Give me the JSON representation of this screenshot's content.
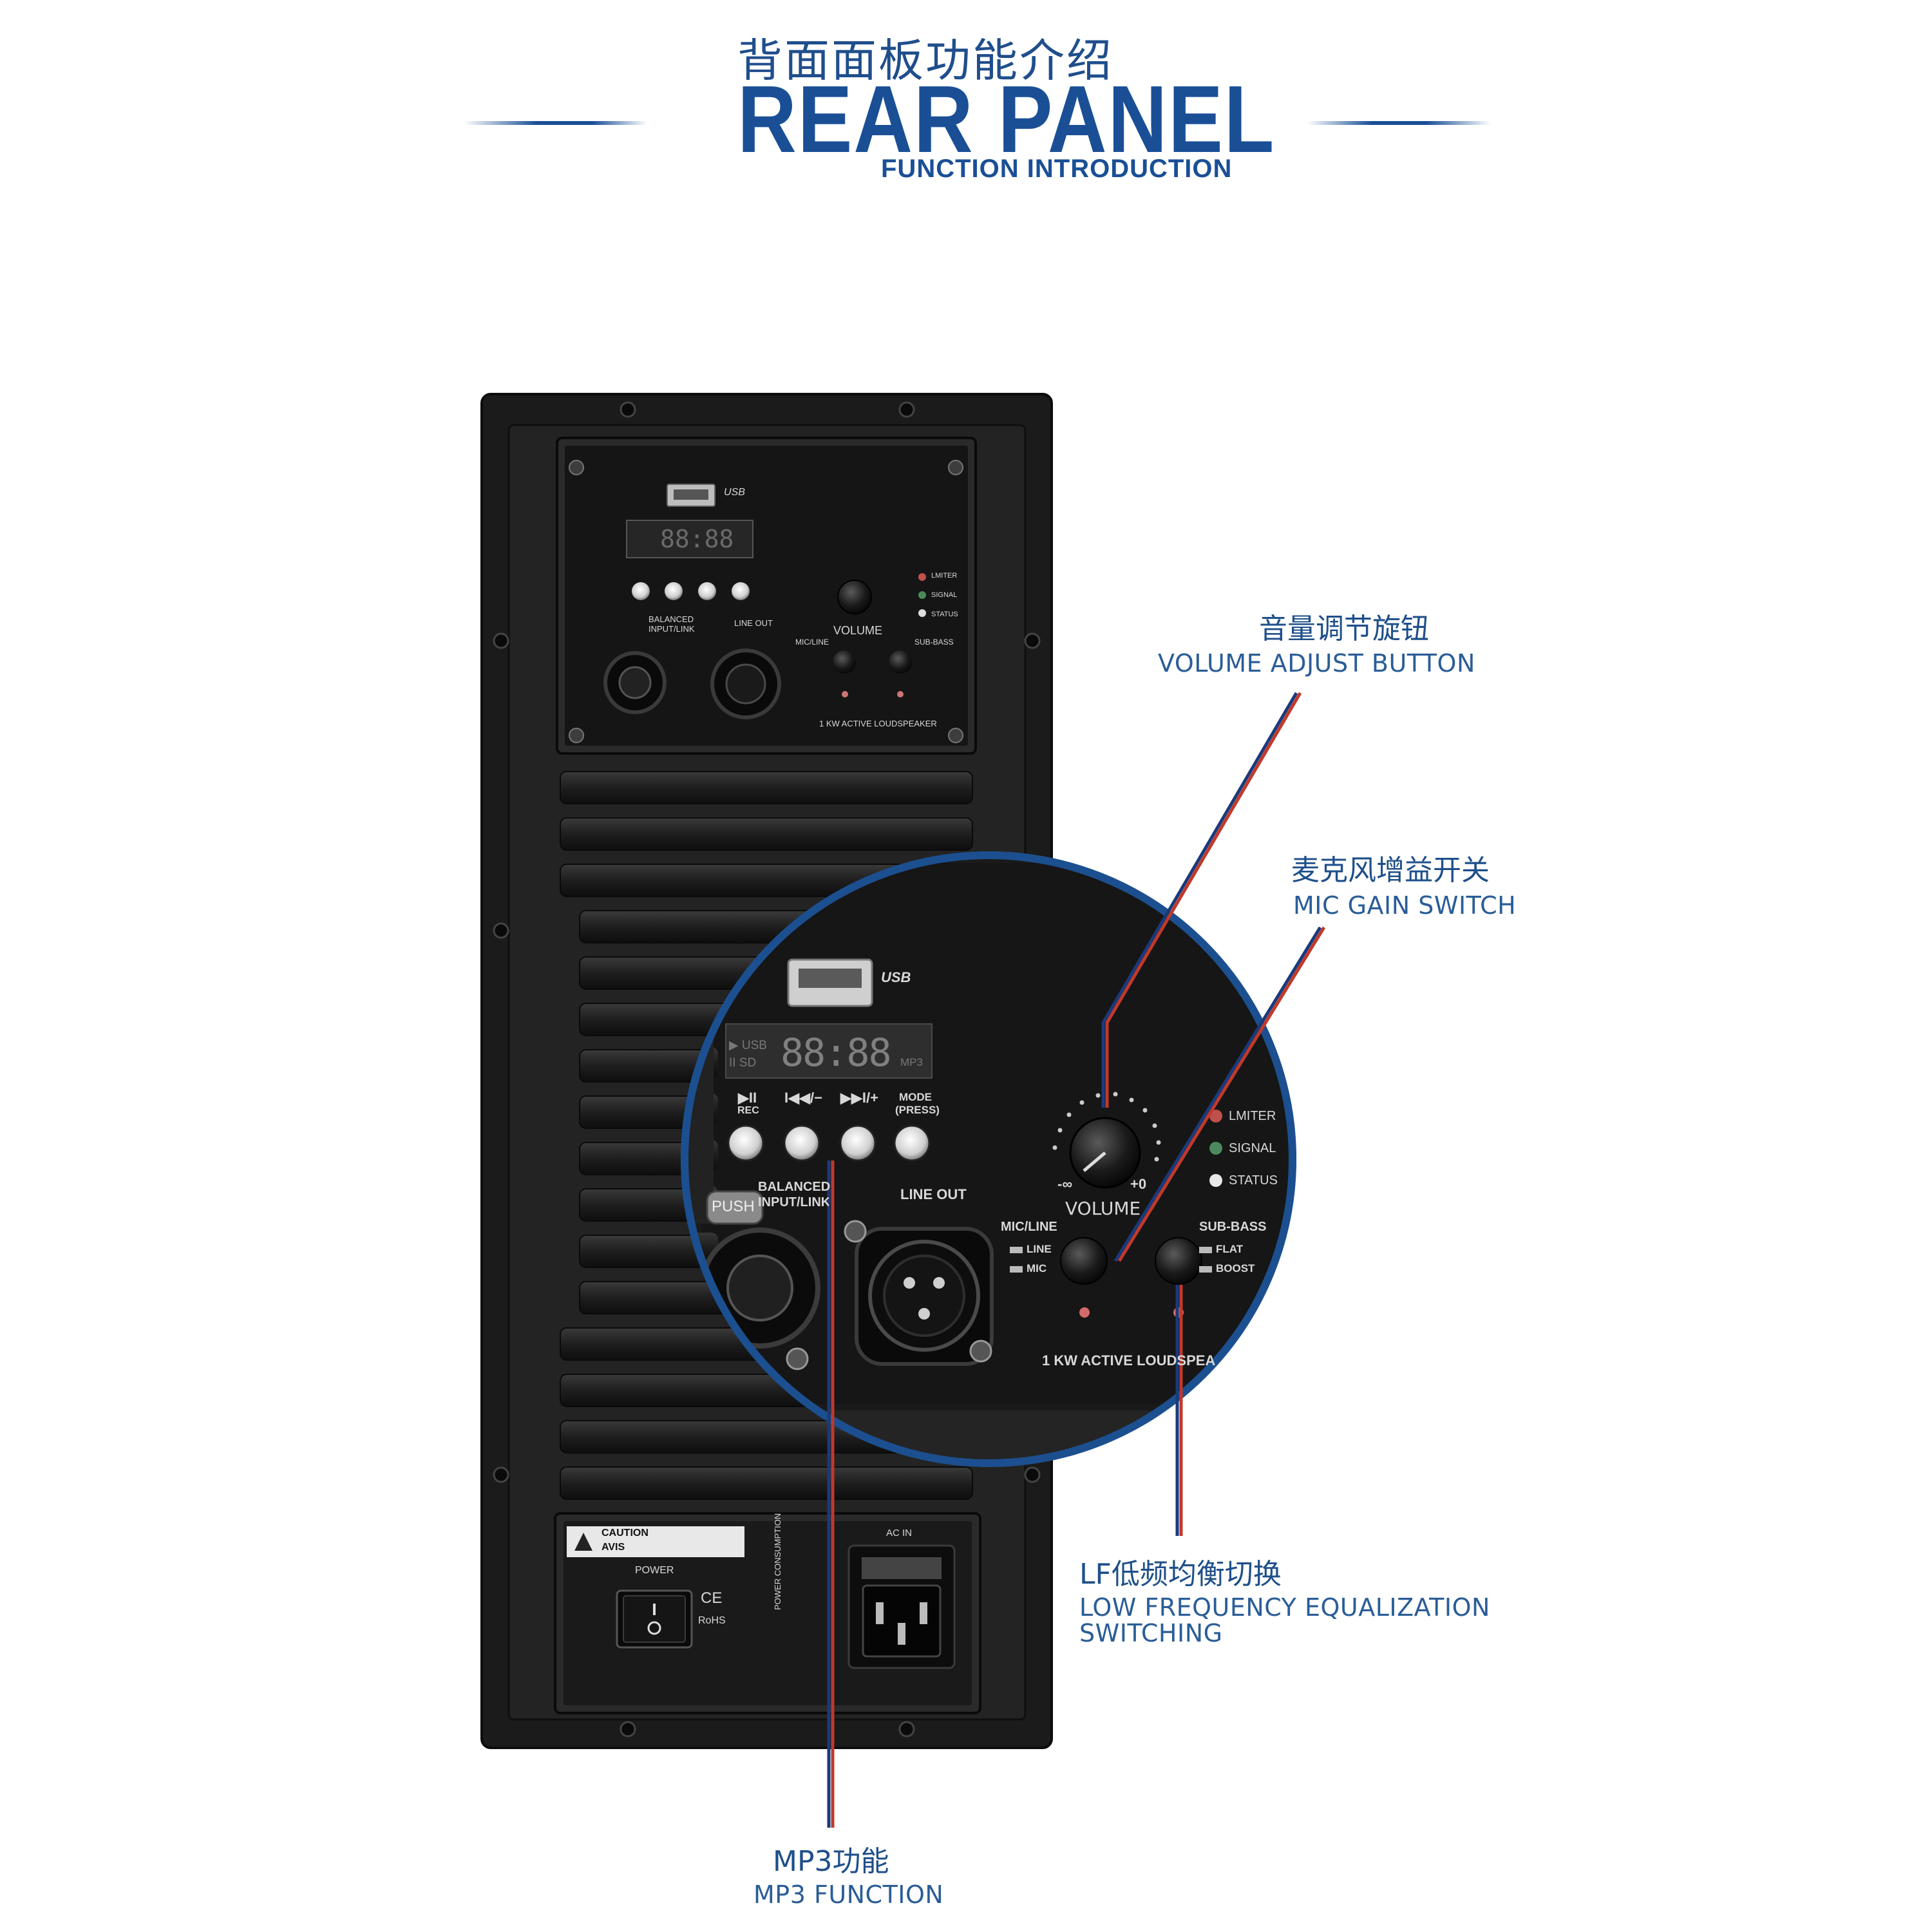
{
  "header": {
    "title_cn": "背面面板功能介绍",
    "title": "REAR PANEL",
    "subtitle": "FUNCTION INTRODUCTION"
  },
  "callouts": {
    "volume": {
      "cn": "音量调节旋钮",
      "en": "VOLUME ADJUST BUTTON"
    },
    "mic_gain": {
      "cn": "麦克风增益开关",
      "en": "MIC GAIN SWITCH"
    },
    "lf_eq": {
      "cn": "LF低频均衡切换",
      "en_line1": "LOW FREQUENCY EQUALIZATION",
      "en_line2": "SWITCHING"
    },
    "mp3": {
      "cn": "MP3功能",
      "en": "MP3 FUNCTION"
    }
  },
  "panel": {
    "usb": "USB",
    "display": "88:88",
    "display_left_top": "▶ USB",
    "display_left_bottom": "II  SD",
    "display_right": "MP3",
    "buttons": [
      "▶II\nREC",
      "I◀◀/−",
      "▶▶I/+",
      "MODE\n(PRESS)"
    ],
    "btn_play": "▶II",
    "btn_rec": "REC",
    "btn_prev": "I◀◀/−",
    "btn_next": "▶▶I/+",
    "btn_mode": "MODE",
    "btn_mode_sub": "(PRESS)",
    "balanced": "BALANCED",
    "input_link": "INPUT/LINK",
    "push": "PUSH",
    "line_out": "LINE OUT",
    "volume": "VOLUME",
    "vol_min": "-∞",
    "vol_max": "+0",
    "limiter": "LMITER",
    "signal": "SIGNAL",
    "status": "STATUS",
    "mic_line": "MIC/LINE",
    "line": "LINE",
    "mic": "MIC",
    "sub_bass": "SUB-BASS",
    "flat": "FLAT",
    "boost": "BOOST",
    "model": "1 KW ACTIVE LOUDSPEAKER",
    "caution": "CAUTION",
    "avis": "AVIS",
    "power": "POWER",
    "ac_in": "AC IN",
    "ce": "CE",
    "rohs": "RoHS",
    "power_consumption": "POWER CONSUMPTION"
  },
  "colors": {
    "accent": "#1a4f96",
    "callout_line_red": "#c0392b",
    "callout_line_blue": "#1a3a7a",
    "panel": "#1c1c1c"
  }
}
